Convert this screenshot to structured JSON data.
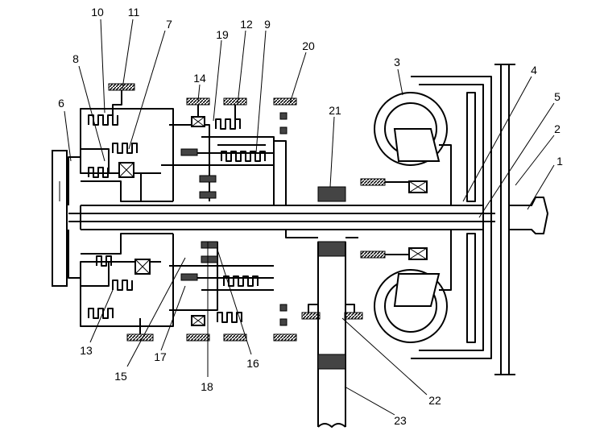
{
  "labels": {
    "l1": "1",
    "l2": "2",
    "l3": "3",
    "l4": "4",
    "l5": "5",
    "l6": "6",
    "l7": "7",
    "l8": "8",
    "l9": "9",
    "l10": "10",
    "l11": "11",
    "l12": "12",
    "l13": "13",
    "l14": "14",
    "l15": "15",
    "l16": "16",
    "l17": "17",
    "l18": "18",
    "l19": "19",
    "l20": "20",
    "l21": "21",
    "l22": "22",
    "l23": "23"
  },
  "colors": {
    "line": "#000000",
    "background": "#ffffff",
    "housing": "#444444"
  }
}
